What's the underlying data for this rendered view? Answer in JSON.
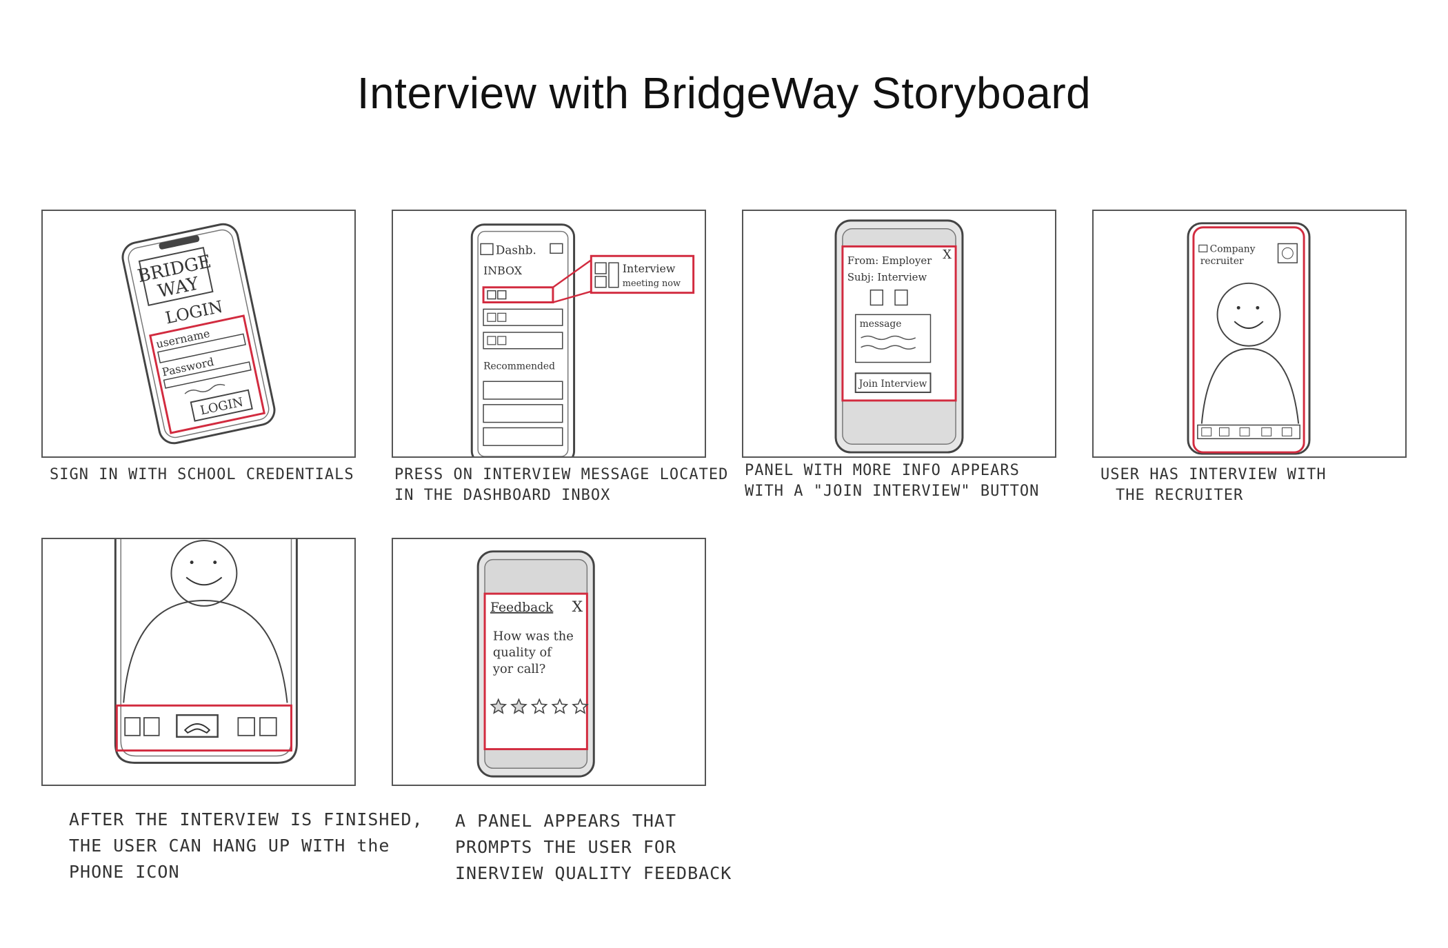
{
  "title": "Interview with BridgeWay Storyboard",
  "colors": {
    "sketch": "#444444",
    "highlight": "#d22b3f"
  },
  "panels": [
    {
      "caption_lines": [
        "SIGN IN WITH SCHOOL CREDENTIALS"
      ],
      "screen": {
        "logo_line1": "BRIDGE",
        "logo_line2": "WAY",
        "heading": "LOGIN",
        "username_label": "username",
        "password_label": "Password",
        "button_label": "LOGIN"
      }
    },
    {
      "caption_lines": [
        "PRESS ON INTERVIEW MESSAGE LOCATED",
        "IN THE DASHBOARD INBOX"
      ],
      "screen": {
        "header": "Dashb.",
        "inbox_label": "INBOX",
        "recommended_label": "Recommended",
        "callout_line1": "Interview",
        "callout_line2": "meeting now"
      }
    },
    {
      "caption_lines": [
        "PANEL WITH MORE INFO APPEARS",
        "WITH A \"JOIN INTERVIEW\" BUTTON"
      ],
      "screen": {
        "from": "From: Employer",
        "subject": "Subj: Interview",
        "message_label": "message",
        "button_label": "Join Interview",
        "close": "X"
      }
    },
    {
      "caption_lines": [
        "USER HAS INTERVIEW WITH",
        "THE RECRUITER"
      ],
      "screen": {
        "caller_line1": "Company",
        "caller_line2": "recruiter"
      }
    },
    {
      "caption_lines": [
        "AFTER THE INTERVIEW IS FINISHED,",
        "THE USER CAN HANG UP WITH the",
        "PHONE ICON"
      ]
    },
    {
      "caption_lines": [
        "A PANEL APPEARS THAT",
        "PROMPTS THE USER FOR",
        "INERVIEW QUALITY FEEDBACK"
      ],
      "screen": {
        "heading": "Feedback",
        "close": "X",
        "question_line1": "How was the",
        "question_line2": "quality of",
        "question_line3": "yor call?",
        "rating": 2
      }
    }
  ]
}
